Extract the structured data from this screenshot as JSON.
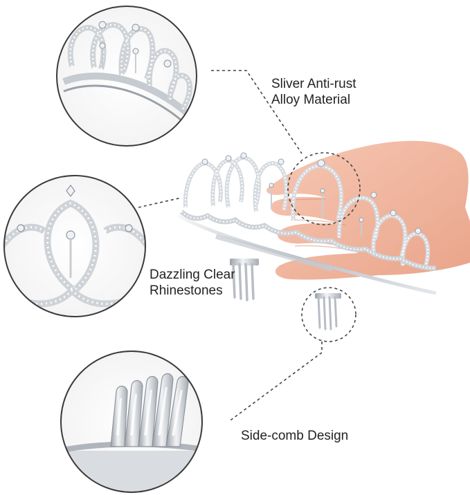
{
  "features": {
    "alloy": {
      "line1": "Sliver Anti-rust",
      "line2": "Alloy Material"
    },
    "rhinestones": {
      "line1": "Dazzling Clear",
      "line2": "Rhinestones"
    },
    "comb": {
      "line1": "Side-comb Design"
    }
  },
  "colors": {
    "background": "#ffffff",
    "circle_border": "#3a3a3a",
    "dashed_leader": "#444444",
    "silver": "#c9cdd2",
    "rhinestone": "#eef1f5",
    "skin": "#f1b49d",
    "label_text": "#222222"
  },
  "icons": [
    "tiara-illustration",
    "hand-illustration",
    "side-comb-illustration",
    "rhinestone-detail"
  ]
}
